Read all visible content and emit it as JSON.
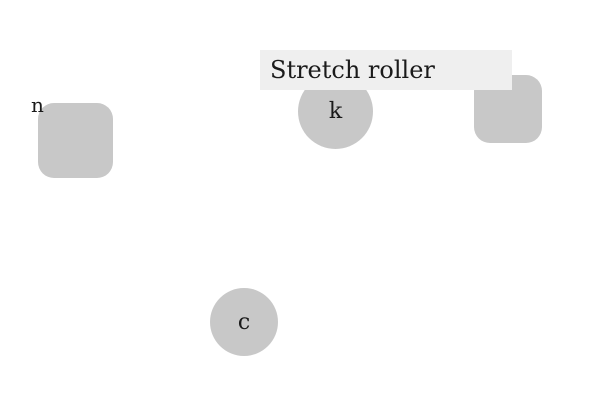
{
  "tooltip": {
    "text": "Stretch roller"
  },
  "objects": {
    "n": {
      "label": "n",
      "shape": "rounded-square"
    },
    "k": {
      "label": "k",
      "shape": "circle"
    },
    "c": {
      "label": "c",
      "shape": "circle"
    },
    "unlabeled": {
      "label": "",
      "shape": "rounded-square"
    }
  },
  "colors": {
    "shape_fill": "#c8c8c8",
    "tooltip_bg": "#efefef",
    "text": "#1a1a1a",
    "background": "#ffffff"
  }
}
